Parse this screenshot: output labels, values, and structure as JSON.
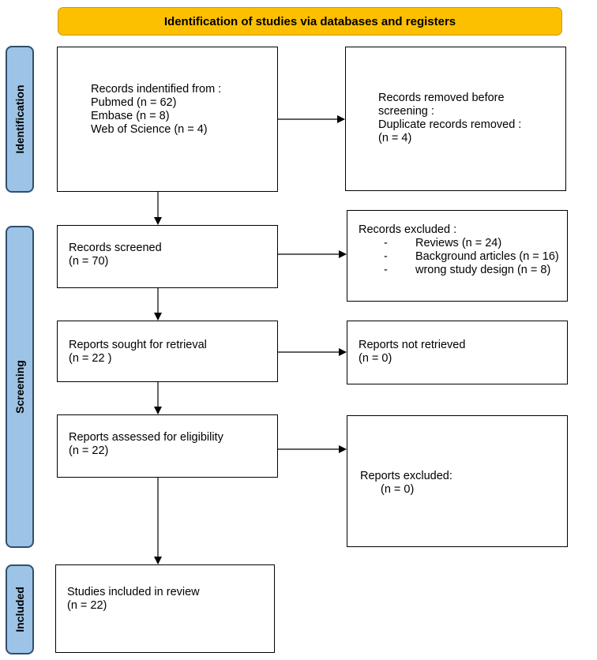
{
  "header": {
    "title": "Identification of studies via databases and registers"
  },
  "phases": {
    "identification": "Identification",
    "screening": "Screening",
    "included": "Included"
  },
  "boxes": {
    "identified": {
      "lines": [
        "Records indentified from :",
        "Pubmed (n = 62)",
        "Embase (n = 8)",
        "Web of Science (n = 4)"
      ]
    },
    "removed": {
      "lines": [
        "Records removed before",
        "screening :",
        "Duplicate records removed :",
        "(n = 4)"
      ]
    },
    "screened": {
      "lines": [
        "Records screened",
        "(n = 70)"
      ]
    },
    "excluded": {
      "title": "Records excluded :",
      "items": [
        "Reviews (n = 24)",
        "Background articles (n = 16)",
        "wrong study design (n = 8)"
      ]
    },
    "sought": {
      "lines": [
        "Reports sought for retrieval",
        "(n = 22 )"
      ]
    },
    "not_retrieved": {
      "lines": [
        "Reports not retrieved",
        "(n = 0)"
      ]
    },
    "assessed": {
      "lines": [
        "Reports assessed for eligibility",
        "(n = 22)"
      ]
    },
    "reports_excluded": {
      "lines": [
        "Reports excluded:",
        "(n = 0)"
      ]
    },
    "included": {
      "lines": [
        "Studies included in review",
        "(n = 22)"
      ]
    }
  },
  "colors": {
    "header_fill": "#fcc000",
    "phase_fill": "#9dc3e6",
    "phase_border": "#2f4f6f"
  }
}
